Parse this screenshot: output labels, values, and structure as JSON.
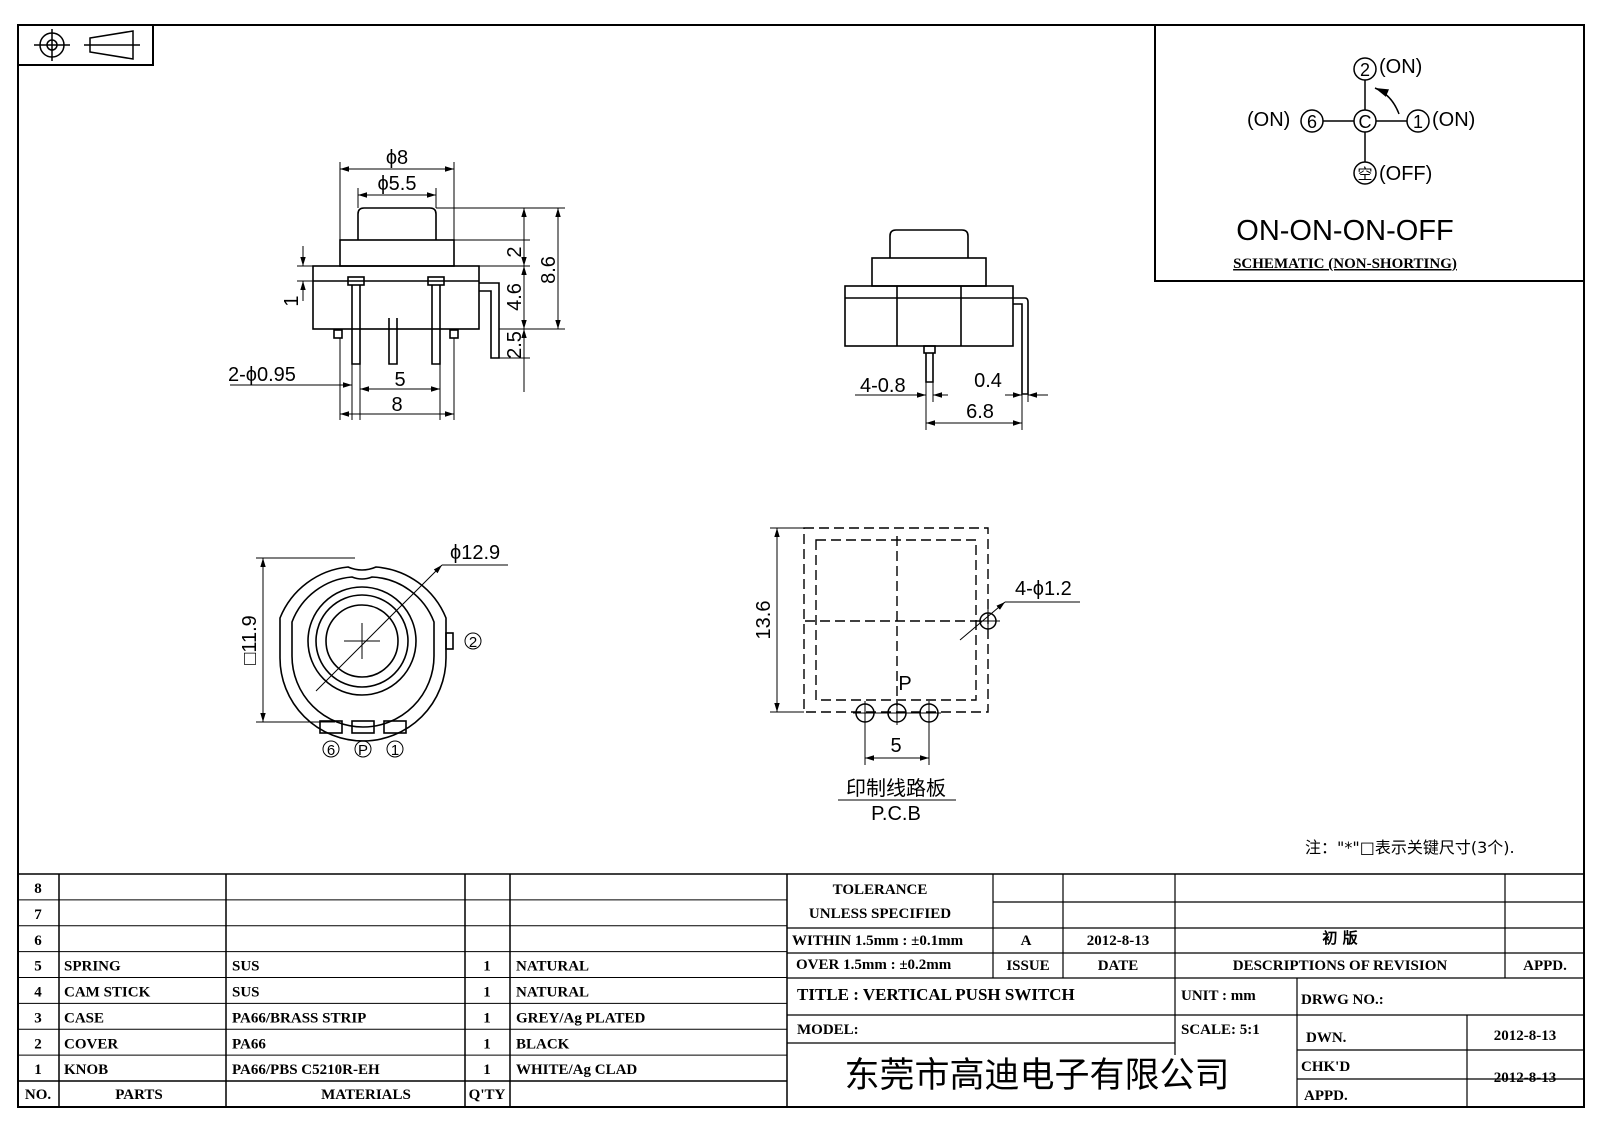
{
  "schematic": {
    "pos1": "1",
    "pos2": "2",
    "pos6": "6",
    "posC": "C",
    "posEmpty": "空",
    "on_label": "(ON)",
    "off_label": "(OFF)",
    "mode": "ON-ON-ON-OFF",
    "caption": "SCHEMATIC (NON-SHORTING)"
  },
  "front_view": {
    "phi8": "ϕ8",
    "phi5_5": "ϕ5.5",
    "d2": "2",
    "d8_6": "8.6",
    "d4_6": "4.6",
    "d2_5": "2.5",
    "d1": "1",
    "pins": "2-ϕ0.95",
    "d5": "5",
    "d8": "8"
  },
  "side_view": {
    "pins": "4-0.8",
    "d0_4": "0.4",
    "d6_8": "6.8"
  },
  "top_view": {
    "phi12_9": "ϕ12.9",
    "sq11_9": "□11.9",
    "t6": "6",
    "tP": "P",
    "t1": "1",
    "t2": "2"
  },
  "pcb_view": {
    "d13_6": "13.6",
    "holes": "4-ϕ1.2",
    "p": "P",
    "d5": "5",
    "cn": "印制线路板",
    "en": "P.C.B"
  },
  "note": "注：\"*\"□表示关键尺寸(3个).",
  "bom": {
    "rows": [
      {
        "no": "8",
        "part": "",
        "material": "",
        "qty": "",
        "finish": ""
      },
      {
        "no": "7",
        "part": "",
        "material": "",
        "qty": "",
        "finish": ""
      },
      {
        "no": "6",
        "part": "",
        "material": "",
        "qty": "",
        "finish": ""
      },
      {
        "no": "5",
        "part": "SPRING",
        "material": "SUS",
        "qty": "1",
        "finish": "NATURAL"
      },
      {
        "no": "4",
        "part": "CAM STICK",
        "material": "SUS",
        "qty": "1",
        "finish": "NATURAL"
      },
      {
        "no": "3",
        "part": "CASE",
        "material": "PA66/BRASS STRIP",
        "qty": "1",
        "finish": "GREY/Ag PLATED"
      },
      {
        "no": "2",
        "part": "COVER",
        "material": "PA66",
        "qty": "1",
        "finish": "BLACK"
      },
      {
        "no": "1",
        "part": "KNOB",
        "material": "PA66/PBS C5210R-EH",
        "qty": "1",
        "finish": "WHITE/Ag CLAD"
      }
    ],
    "headers": {
      "no": "NO.",
      "parts": "PARTS",
      "materials": "MATERIALS",
      "qty": "Q'TY"
    }
  },
  "title_block": {
    "tol1": "TOLERANCE",
    "tol2": "UNLESS  SPECIFIED",
    "tol3": "WITHIN 1.5mm : ±0.1mm",
    "tol4": "OVER 1.5mm : ±0.2mm",
    "rev_issue": "A",
    "rev_date": "2012-8-13",
    "rev_desc": "初 版",
    "h_issue": "ISSUE",
    "h_date": "DATE",
    "h_desc": "DESCRIPTIONS OF REVISION",
    "h_appd": "APPD.",
    "title": "TITLE :  VERTICAL PUSH SWITCH",
    "unit": "UNIT :  mm",
    "drwg": "DRWG NO.:",
    "model": "MODEL:",
    "scale": "SCALE:  5:1",
    "dwn": "DWN.",
    "dwn_date": "2012-8-13",
    "chkd": "CHK'D",
    "chkd_date": "2012-8-13",
    "appd": "APPD.",
    "company": "东莞市高迪电子有限公司"
  }
}
